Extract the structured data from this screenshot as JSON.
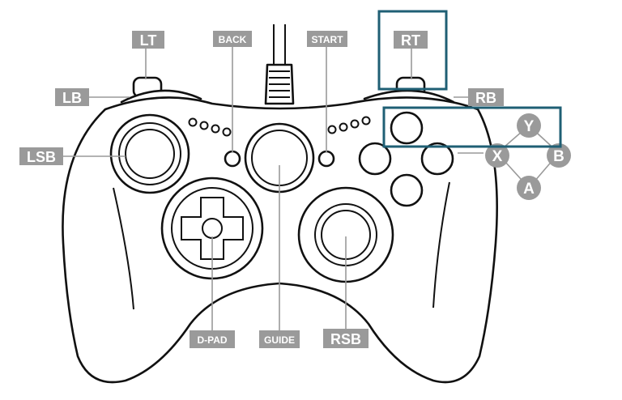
{
  "labels": {
    "lt": "LT",
    "lb": "LB",
    "lsb": "LSB",
    "back": "BACK",
    "start": "START",
    "rt": "RT",
    "rb": "RB",
    "dpad": "D-PAD",
    "guide": "GUIDE",
    "rsb": "RSB"
  },
  "face_buttons": {
    "y": "Y",
    "x": "X",
    "b": "B",
    "a": "A"
  },
  "colors": {
    "label_fill": "#9a9a9a",
    "label_text": "#ffffff",
    "outline": "#111111",
    "highlight": "#1f5f74"
  }
}
